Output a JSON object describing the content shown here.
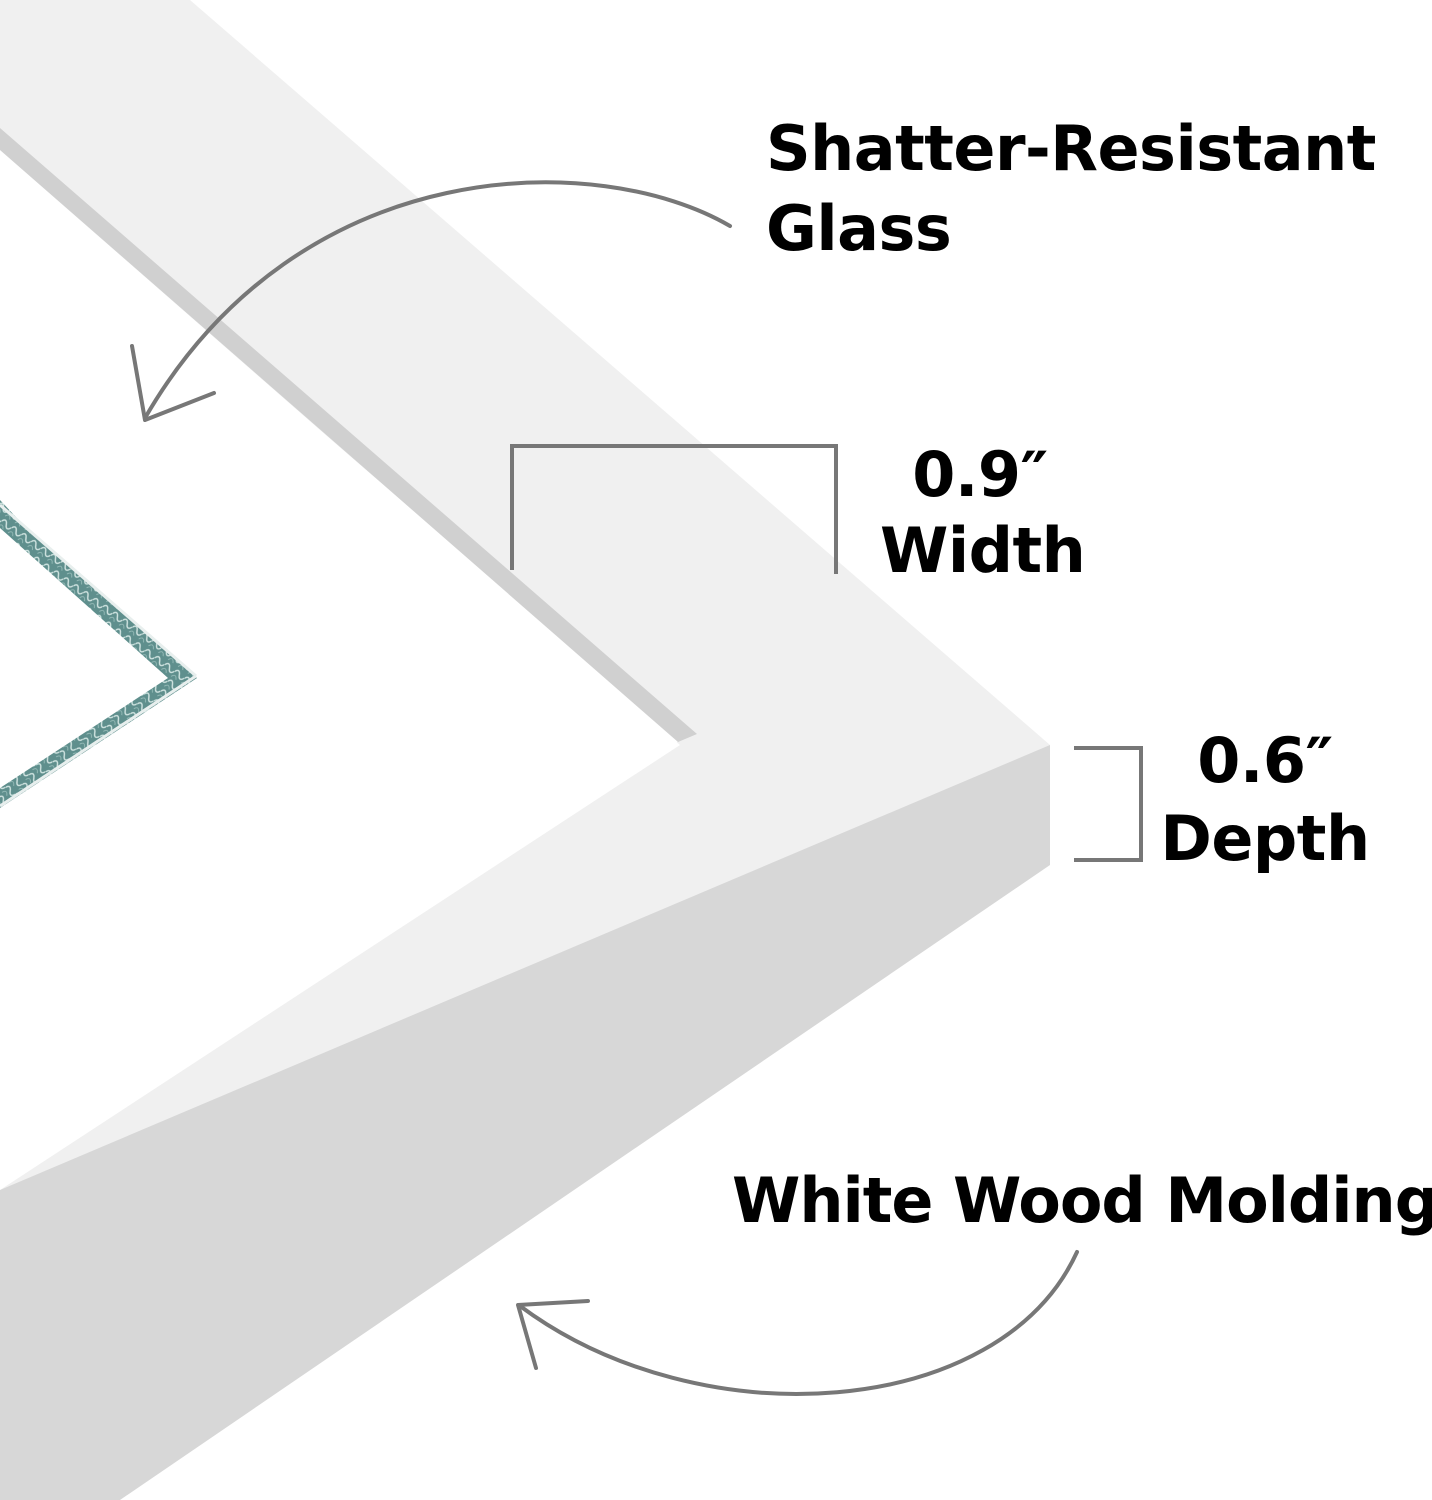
{
  "colors": {
    "background": "#ffffff",
    "frame_face": "#f0f0f0",
    "frame_side": "#d7d7d7",
    "frame_lip": "#cfcfcf",
    "mat": "#ffffff",
    "artwork_border": "#5f8f8d",
    "annotation_line": "#777777",
    "text": "#000000"
  },
  "annotations": {
    "glass": {
      "line1": "Shatter-Resistant",
      "line2": "Glass",
      "arrow_icon": "curved-arrow-icon"
    },
    "width": {
      "value": "0.9″",
      "label": "Width",
      "bracket_icon": "dimension-bracket-icon"
    },
    "depth": {
      "value": "0.6″",
      "label": "Depth",
      "bracket_icon": "dimension-bracket-icon"
    },
    "molding": {
      "text": "White Wood Molding",
      "arrow_icon": "curved-arrow-icon"
    }
  }
}
